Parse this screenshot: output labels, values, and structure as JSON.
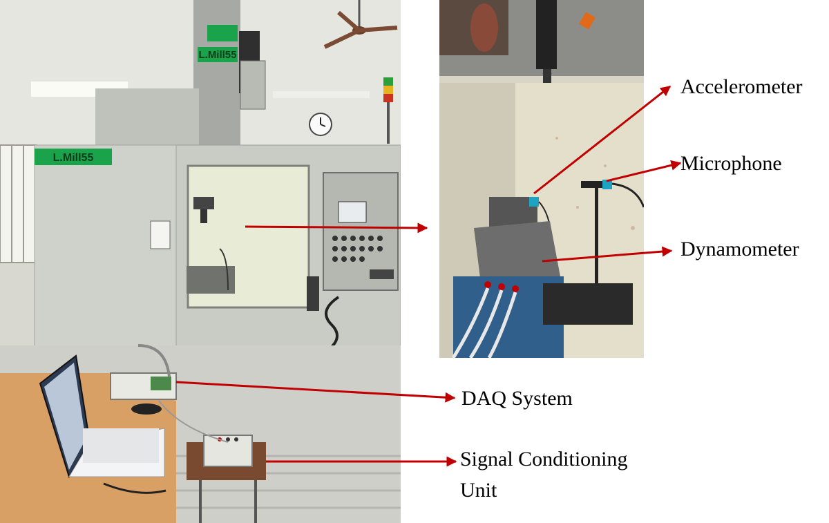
{
  "labels": {
    "accelerometer": "Accelerometer",
    "microphone": "Microphone",
    "dynamometer": "Dynamometer",
    "daq": "DAQ System",
    "signal_line1": "Signal Conditioning",
    "signal_line2": "Unit"
  },
  "machine": {
    "brand_top": "L.Mill55",
    "brand_side": "L.Mill55"
  },
  "colors": {
    "arrow": "#c00000",
    "wall": "#dcdcd4",
    "machine_body": "#c9cbc5",
    "desk": "#d9a066",
    "brand_green": "#1aa34a"
  }
}
